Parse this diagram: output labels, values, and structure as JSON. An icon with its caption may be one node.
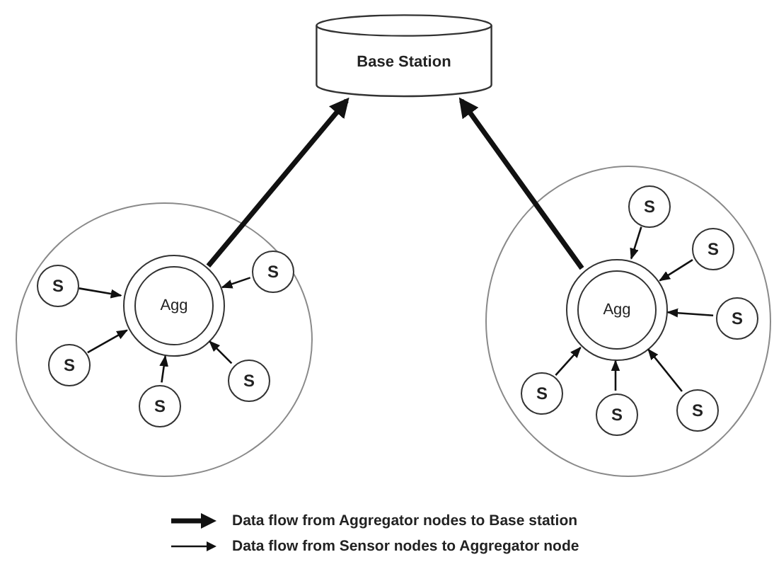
{
  "diagram": {
    "nodes": [
      {
        "text": [
          "Base Station"
        ]
      },
      {
        "text": [],
        "shape": "circle"
      },
      {
        "text": [
          "Agg"
        ],
        "in": 1
      },
      {
        "text": [
          "S"
        ],
        "in": 1
      },
      {
        "text": [
          "S"
        ],
        "in": 1
      },
      {
        "text": [
          "S"
        ],
        "in": 1
      },
      {
        "text": [
          "S"
        ],
        "in": 1
      },
      {
        "text": [
          "S"
        ],
        "in": 1
      },
      {
        "text": [],
        "shape": "circle"
      },
      {
        "text": [
          "Agg"
        ],
        "in": 8
      },
      {
        "text": [
          "S"
        ],
        "in": 8
      },
      {
        "text": [
          "S"
        ],
        "in": 8
      },
      {
        "text": [
          "S"
        ],
        "in": 8
      },
      {
        "text": [
          "S"
        ],
        "in": 8
      },
      {
        "text": [
          "S"
        ],
        "in": 8
      },
      {
        "text": [
          "S"
        ],
        "in": 8
      }
    ],
    "edges": [
      {
        "from": 2,
        "to": 0,
        "arrow": "to",
        "style": "thick"
      },
      {
        "from": 9,
        "to": 0,
        "arrow": "to",
        "style": "thick"
      },
      {
        "from": 3,
        "to": 2,
        "arrow": "to"
      },
      {
        "from": 4,
        "to": 2,
        "arrow": "to"
      },
      {
        "from": 5,
        "to": 2,
        "arrow": "to"
      },
      {
        "from": 6,
        "to": 2,
        "arrow": "to"
      },
      {
        "from": 7,
        "to": 2,
        "arrow": "to"
      },
      {
        "from": 10,
        "to": 9,
        "arrow": "to"
      },
      {
        "from": 11,
        "to": 9,
        "arrow": "to"
      },
      {
        "from": 12,
        "to": 9,
        "arrow": "to"
      },
      {
        "from": 13,
        "to": 9,
        "arrow": "to"
      },
      {
        "from": 14,
        "to": 9,
        "arrow": "to"
      },
      {
        "from": 15,
        "to": 9,
        "arrow": "to"
      }
    ],
    "legend": [
      {
        "text": "Data flow from Aggregator nodes to Base station"
      },
      {
        "text": "Data flow from Sensor nodes to Aggregator node"
      }
    ]
  }
}
